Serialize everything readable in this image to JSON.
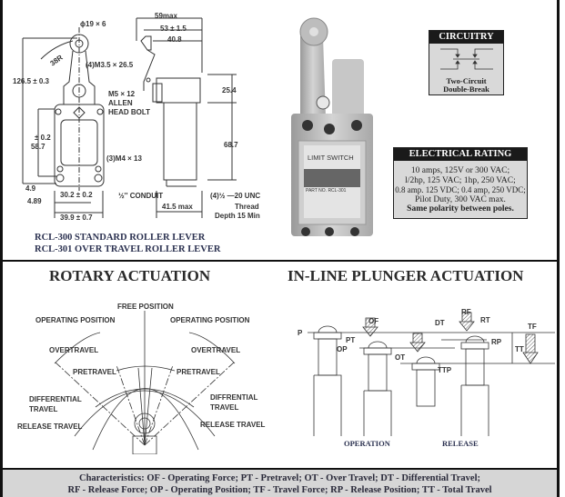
{
  "dimension_drawing": {
    "labels": {
      "dia": "ϕ19 × 6",
      "radius": "38R",
      "screws_top": "(4)M3.5 × 26.5",
      "height_total": "126.5 ± 0.3",
      "tol": "± 0.2",
      "height_mount": "58.7",
      "screws_mid": "(3)M4 × 13",
      "d49": "4.9",
      "d489": "4.89",
      "width_mount": "30.2 ± 0.2",
      "width_total": "39.9 ± 0.7",
      "max59": "59max",
      "d53": "53 ± 1.5",
      "d408": "40.8",
      "bolt1": "M5 × 12",
      "bolt2": "ALLEN",
      "bolt3": "HEAD BOLT",
      "d254": "25.4",
      "d687": "68.7",
      "conduit": "½'' CONDUIT",
      "unc": "(4)½ —20 UNC",
      "thread": "Thread",
      "depth": "Depth 15 Min",
      "d415": "41.5 max"
    },
    "models": [
      "RCL-300 STANDARD ROLLER LEVER",
      "RCL-301 OVER TRAVEL ROLLER LEVER"
    ]
  },
  "product_photo": {
    "label_title": "LIMIT SWITCH",
    "part_no": "PART NO. RCL-301"
  },
  "circuitry": {
    "title": "CIRCUITRY",
    "caption_line1": "Two-Circuit",
    "caption_line2": "Double-Break"
  },
  "electrical_rating": {
    "title": "ELECTRICAL RATING",
    "lines": [
      "10 amps, 125V or 300 VAC;",
      "l/2hp, 125 VAC; 1hp, 250 VAC;",
      "0.8 amp. 125 VDC; 0.4 amp, 250 VDC;",
      "Pilot Duty, 300 VAC max."
    ],
    "note": "Same polarity between poles."
  },
  "rotary": {
    "title": "ROTARY ACTUATION",
    "labels": {
      "free": "FREE POSITION",
      "op_l": "OPERATING POSITION",
      "op_r": "OPERATING POSITION",
      "ot_l": "OVERTRAVEL",
      "ot_r": "OVERTRAVEL",
      "pt_l": "PRETRAVEL",
      "pt_r": "PRETRAVEL",
      "dt_l1": "DIFFERENTIAL",
      "dt_l2": "TRAVEL",
      "dt_r1": "DIFFRENTIAL",
      "dt_r2": "TRAVEL",
      "rt_l": "RELEASE TRAVEL",
      "rt_r": "RELEASE TRAVEL"
    }
  },
  "plunger": {
    "title": "IN-LINE PLUNGER ACTUATION",
    "labels": {
      "p": "P",
      "pt": "PT",
      "op": "OP",
      "of": "OF",
      "ot": "OT",
      "ttp": "TTP",
      "dt": "DT",
      "rf": "RF",
      "rt": "RT",
      "rp": "RP",
      "tt": "TT",
      "tf": "TF"
    },
    "operation": "OPERATION",
    "release": "RELEASE"
  },
  "footer": {
    "line1": "Characteristics: OF - Operating Force; PT - Pretravel; OT - Over Travel; DT - Differential Travel;",
    "line2": "RF - Release Force; OP - Operating Position; TF -  Travel Force; RP - Release Position; TT - Total Travel"
  },
  "colors": {
    "box_fill": "#d9d9d9",
    "box_header": "#1a1a1a",
    "footer_band": "#d6d6d6",
    "model_text": "#2b3150"
  }
}
